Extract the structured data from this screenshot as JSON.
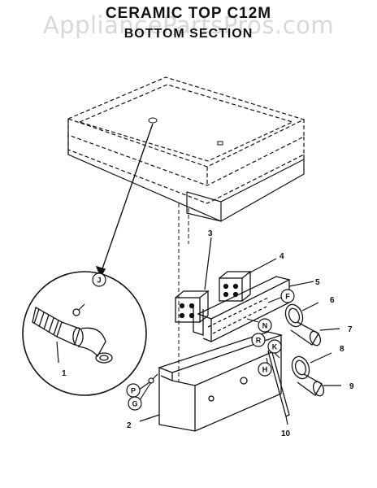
{
  "watermark": "AppliancePartsPros.com",
  "title": {
    "line1": "CERAMIC TOP C12M",
    "line2": "BOTTOM SECTION"
  },
  "part_numbers": [
    "1",
    "2",
    "3",
    "4",
    "5",
    "6",
    "7",
    "8",
    "9",
    "10"
  ],
  "callout_letters": [
    "J",
    "F",
    "N",
    "K",
    "R",
    "H",
    "P",
    "G"
  ],
  "footer_code": "",
  "colors": {
    "ink": "#111111",
    "background": "#ffffff",
    "watermark": "#d2d2d2"
  }
}
